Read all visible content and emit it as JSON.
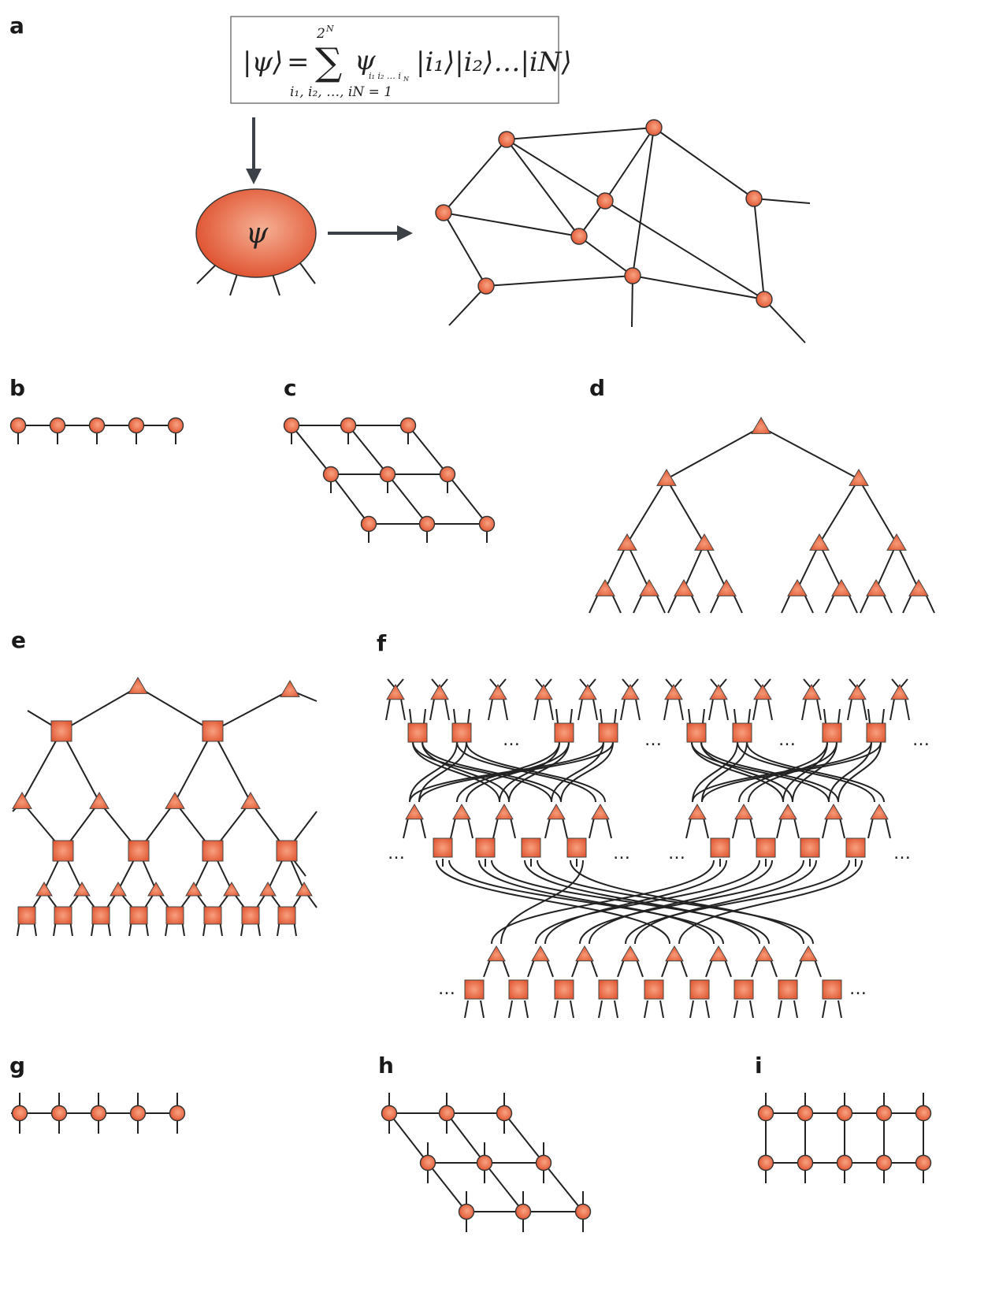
{
  "panels": {
    "a": "a",
    "b": "b",
    "c": "c",
    "d": "d",
    "e": "e",
    "f": "f",
    "g": "g",
    "h": "h",
    "i": "i"
  },
  "equation": {
    "ket_psi": "|ψ⟩",
    "equals": "=",
    "sum_symbol": "∑",
    "sum_upper": "2",
    "sum_upper_exp": "N",
    "coefficient": "ψ",
    "coefficient_indices": "i₁ i₂ … i",
    "coefficient_last_index": "N",
    "kets": "|i₁⟩|i₂⟩…|iN⟩",
    "sum_lower": "i₁, i₂, …, iN = 1"
  },
  "tensor_label": "ψ",
  "ellipsis": "…",
  "colors": {
    "node_fill": "#e8623f",
    "node_highlight": "#f7a484",
    "edge": "#222222",
    "arrow": "#3b4147"
  }
}
